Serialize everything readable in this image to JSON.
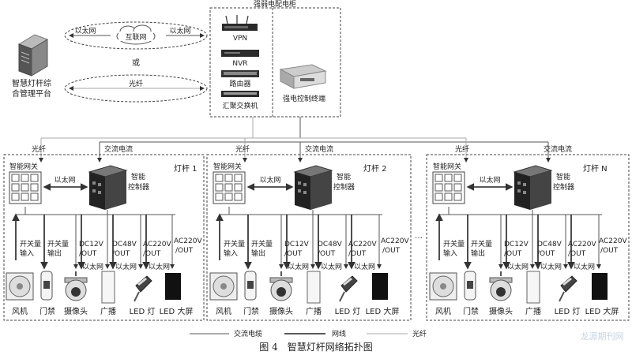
{
  "cabinet": {
    "title": "强弱电配电柜",
    "devices": [
      "VPN",
      "NVR",
      "路由器",
      "汇聚交换机"
    ],
    "terminal": "强电控制终端"
  },
  "platform": {
    "label_line1": "智慧灯杆综",
    "label_line2": "合管理平台"
  },
  "network": {
    "ethernet_left": "以太网",
    "internet": "互联网",
    "ethernet_right": "以太网",
    "or": "或",
    "fiber": "光纤"
  },
  "links": {
    "fiber": "光纤",
    "ac_current": "交流电流"
  },
  "poles": [
    {
      "title": "灯杆 1"
    },
    {
      "title": "灯杆 2"
    },
    {
      "title": "灯杆 N"
    }
  ],
  "pole_labels": {
    "gateway": "智能网关",
    "controller_l1": "智能",
    "controller_l2": "控制器",
    "ethernet": "以太网",
    "outputs": [
      {
        "l1": "开关量",
        "l2": "输入"
      },
      {
        "l1": "开关量",
        "l2": "输出"
      },
      {
        "l1": "DC12V",
        "l2": "/OUT"
      },
      {
        "l1": "DC48V",
        "l2": "/OUT"
      },
      {
        "l1": "AC220V",
        "l2": "/OUT"
      },
      {
        "l1": "AC220V",
        "l2": "/OUT"
      }
    ],
    "eth_small": [
      "以太网",
      "以太网",
      "以太网"
    ],
    "devices": [
      "风机",
      "门禁",
      "摄像头",
      "广播",
      "LED 灯",
      "LED 大屏"
    ]
  },
  "ellipsis": "…",
  "legend": {
    "ac_cable": "交流电缆",
    "net_cable": "网线",
    "fiber": "光纤"
  },
  "caption": "图 4　智慧灯杆网络拓扑图",
  "watermark": "龙源期刊网"
}
